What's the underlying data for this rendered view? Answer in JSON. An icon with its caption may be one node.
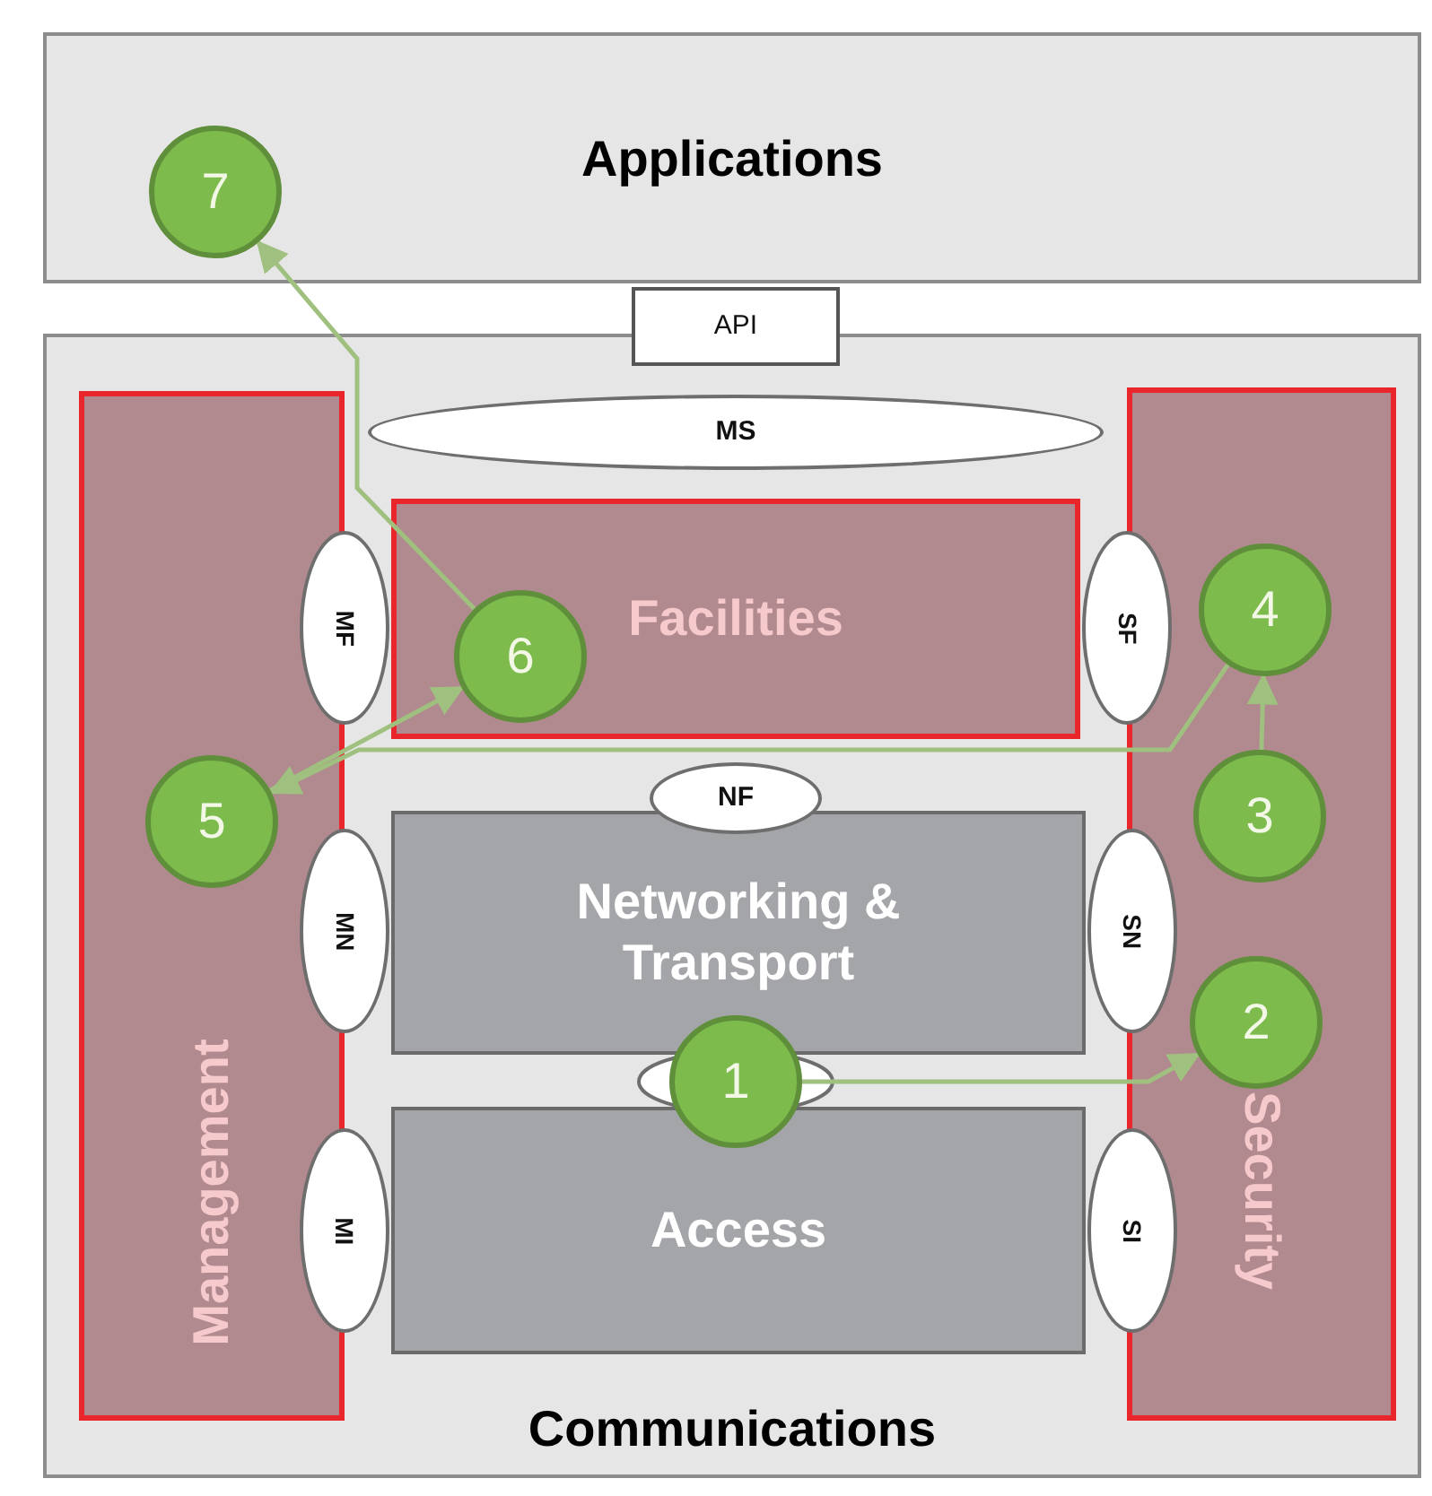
{
  "diagram": {
    "nodes": [
      {
        "text": [
          "Applications"
        ]
      },
      {
        "text": [
          "API"
        ]
      },
      {
        "text": [
          "Communications"
        ]
      },
      {
        "text": [
          "Management"
        ],
        "in": 2
      },
      {
        "text": [
          "Security"
        ],
        "in": 2
      },
      {
        "text": [
          "MS"
        ],
        "in": 2
      },
      {
        "text": [
          "Facilities"
        ],
        "in": 2
      },
      {
        "text": [
          "MF"
        ],
        "in": 2
      },
      {
        "text": [
          "SF"
        ],
        "in": 2
      },
      {
        "text": [
          "NF"
        ],
        "in": 2
      },
      {
        "text": [
          "Networking & Transport"
        ],
        "in": 2
      },
      {
        "text": [
          "MN"
        ],
        "in": 2
      },
      {
        "text": [
          "SN"
        ],
        "in": 2
      },
      {
        "text": [
          "Access"
        ],
        "in": 2
      },
      {
        "text": [
          "MI"
        ],
        "in": 2
      },
      {
        "text": [
          "SI"
        ],
        "in": 2
      },
      {
        "text": [
          "1"
        ],
        "in": 2
      },
      {
        "text": [
          "2"
        ],
        "in": 4
      },
      {
        "text": [
          "3"
        ],
        "in": 4
      },
      {
        "text": [
          "4"
        ],
        "in": 4
      },
      {
        "text": [
          "5"
        ],
        "in": 3
      },
      {
        "text": [
          "6"
        ],
        "in": 6
      },
      {
        "text": [
          "7"
        ],
        "in": 0
      }
    ],
    "edges": [
      {
        "from": 16,
        "to": 17,
        "arrow": "to"
      },
      {
        "from": 18,
        "to": 19,
        "arrow": "to"
      },
      {
        "from": 19,
        "to": 20,
        "arrow": "to"
      },
      {
        "from": 20,
        "to": 21,
        "arrow": "to"
      },
      {
        "from": 21,
        "to": 22,
        "arrow": "to"
      }
    ]
  }
}
